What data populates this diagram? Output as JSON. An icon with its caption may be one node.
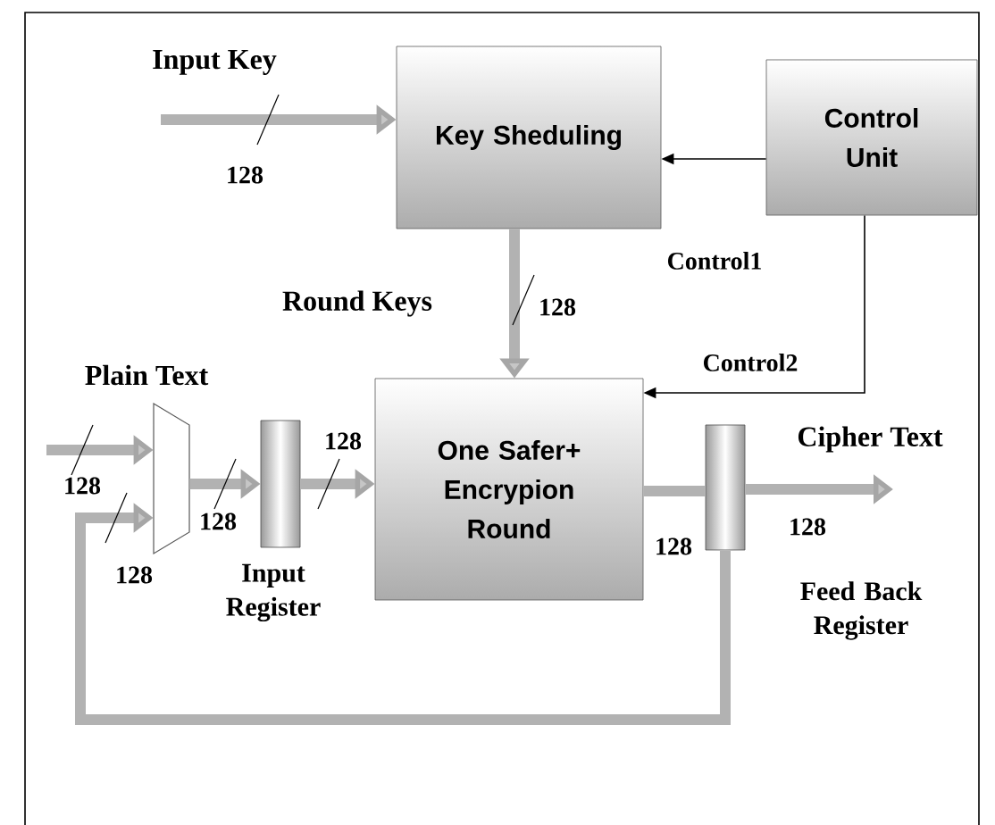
{
  "diagram": {
    "nodes": [
      {
        "text": [
          "Key Sheduling"
        ]
      },
      {
        "text": [
          "Control Unit"
        ]
      },
      {
        "text": [
          "One Safer+ Encrypion Round"
        ]
      },
      {
        "text": [],
        "shape": "trapezoid"
      },
      {
        "text": [],
        "shape": "bar",
        "beside": [
          "Input Register"
        ]
      },
      {
        "text": [],
        "shape": "bar",
        "beside": [
          "Feed Back Register"
        ]
      }
    ],
    "edges": [
      {
        "from": null,
        "to": 0,
        "arrow": "to",
        "label": "128"
      },
      {
        "from": 1,
        "to": 0,
        "arrow": "to",
        "color": "#000000",
        "label": "Control1"
      },
      {
        "from": 1,
        "to": 2,
        "arrow": "to",
        "color": "#000000",
        "label": "Control2"
      },
      {
        "from": 0,
        "to": 2,
        "arrow": "to",
        "label": "128"
      },
      {
        "from": null,
        "to": 3,
        "arrow": "to",
        "label": "128"
      },
      {
        "from": 3,
        "to": 4,
        "arrow": "to",
        "label": "128"
      },
      {
        "from": 4,
        "to": 2,
        "arrow": "to",
        "label": "128"
      },
      {
        "from": 2,
        "to": 5,
        "arrow": "none",
        "label": "128"
      },
      {
        "from": 5,
        "to": null,
        "arrow": "to",
        "label": "128"
      },
      {
        "from": 5,
        "to": 3,
        "arrow": "to",
        "label": "128"
      }
    ],
    "labels": [
      "Input Key",
      "Round Keys",
      "Plain Text",
      "Cipher Text"
    ]
  }
}
